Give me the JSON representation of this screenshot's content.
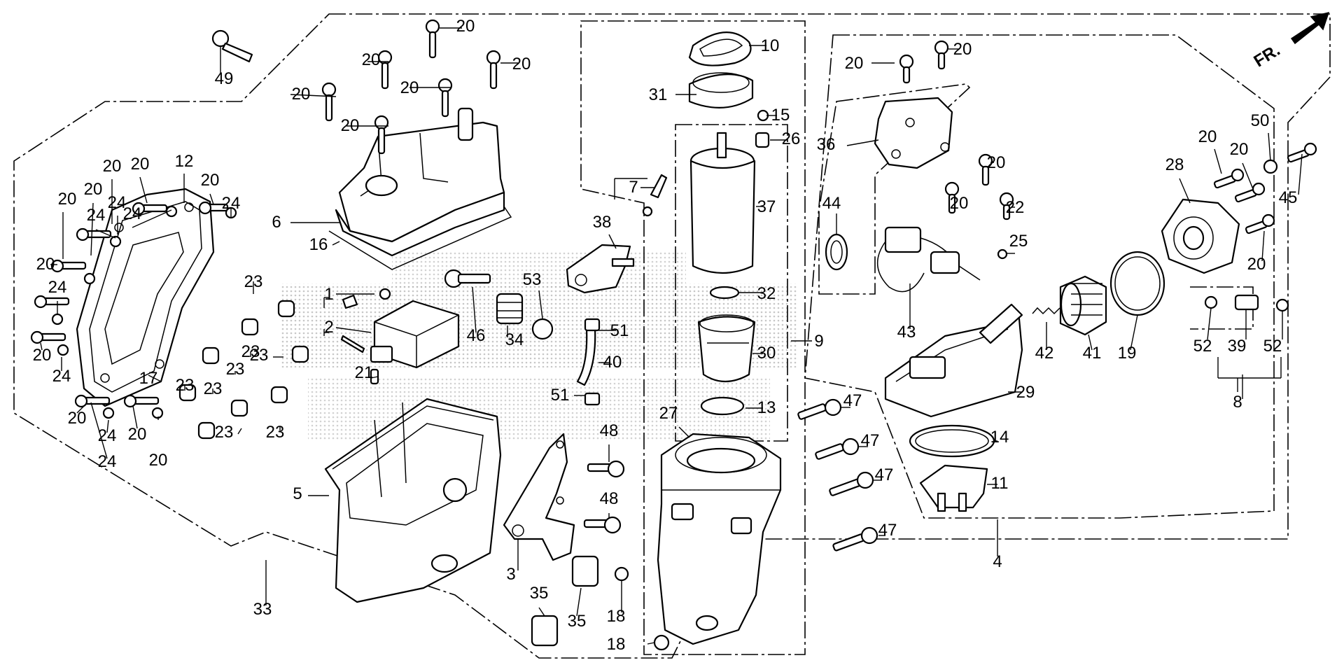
{
  "colors": {
    "line": "#000000",
    "background": "#ffffff",
    "watermark_dots": "#9a9a9a"
  },
  "icons": {
    "front_arrow": "arrow-up-right-icon"
  },
  "front_label": "FR.",
  "callouts": [
    {
      "label": "49"
    },
    {
      "label": "20"
    },
    {
      "label": "20"
    },
    {
      "label": "20"
    },
    {
      "label": "20"
    },
    {
      "label": "20"
    },
    {
      "label": "20"
    },
    {
      "label": "6"
    },
    {
      "label": "16"
    },
    {
      "label": "12"
    },
    {
      "label": "20"
    },
    {
      "label": "20"
    },
    {
      "label": "20"
    },
    {
      "label": "20"
    },
    {
      "label": "20"
    },
    {
      "label": "24"
    },
    {
      "label": "24"
    },
    {
      "label": "24"
    },
    {
      "label": "24"
    },
    {
      "label": "20"
    },
    {
      "label": "24"
    },
    {
      "label": "20"
    },
    {
      "label": "24"
    },
    {
      "label": "20"
    },
    {
      "label": "17"
    },
    {
      "label": "20"
    },
    {
      "label": "24"
    },
    {
      "label": "20"
    },
    {
      "label": "24"
    },
    {
      "label": "23"
    },
    {
      "label": "23"
    },
    {
      "label": "23"
    },
    {
      "label": "23"
    },
    {
      "label": "23"
    },
    {
      "label": "23"
    },
    {
      "label": "23"
    },
    {
      "label": "23"
    },
    {
      "label": "1"
    },
    {
      "label": "2"
    },
    {
      "label": "21"
    },
    {
      "label": "5"
    },
    {
      "label": "33"
    },
    {
      "label": "10"
    },
    {
      "label": "31"
    },
    {
      "label": "15"
    },
    {
      "label": "26"
    },
    {
      "label": "7"
    },
    {
      "label": "37"
    },
    {
      "label": "38"
    },
    {
      "label": "46"
    },
    {
      "label": "53"
    },
    {
      "label": "34"
    },
    {
      "label": "51"
    },
    {
      "label": "40"
    },
    {
      "label": "51"
    },
    {
      "label": "32"
    },
    {
      "label": "30"
    },
    {
      "label": "9"
    },
    {
      "label": "13"
    },
    {
      "label": "27"
    },
    {
      "label": "48"
    },
    {
      "label": "48"
    },
    {
      "label": "3"
    },
    {
      "label": "35"
    },
    {
      "label": "35"
    },
    {
      "label": "18"
    },
    {
      "label": "18"
    },
    {
      "label": "47"
    },
    {
      "label": "47"
    },
    {
      "label": "47"
    },
    {
      "label": "47"
    },
    {
      "label": "20"
    },
    {
      "label": "20"
    },
    {
      "label": "36"
    },
    {
      "label": "44"
    },
    {
      "label": "20"
    },
    {
      "label": "20"
    },
    {
      "label": "22"
    },
    {
      "label": "25"
    },
    {
      "label": "43"
    },
    {
      "label": "29"
    },
    {
      "label": "14"
    },
    {
      "label": "11"
    },
    {
      "label": "4"
    },
    {
      "label": "42"
    },
    {
      "label": "41"
    },
    {
      "label": "19"
    },
    {
      "label": "28"
    },
    {
      "label": "20"
    },
    {
      "label": "20"
    },
    {
      "label": "50"
    },
    {
      "label": "45"
    },
    {
      "label": "20"
    },
    {
      "label": "52"
    },
    {
      "label": "39"
    },
    {
      "label": "52"
    },
    {
      "label": "8"
    }
  ]
}
